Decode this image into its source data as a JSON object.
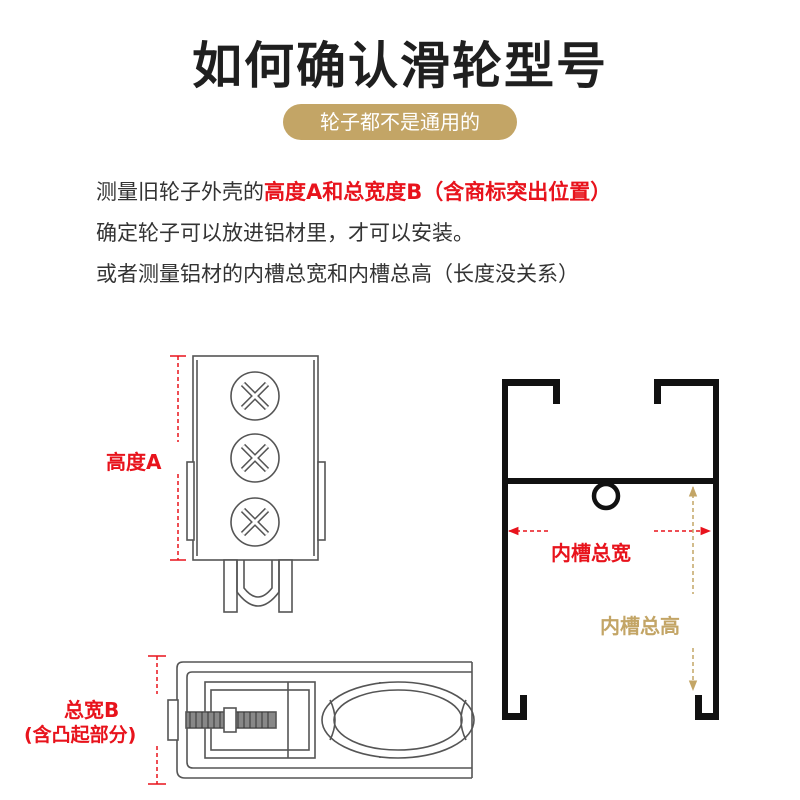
{
  "title": "如何确认滑轮型号",
  "badge": "轮子都不是通用的",
  "description": {
    "line1_prefix": "测量旧轮子外壳的",
    "line1_highlight": "高度A和总宽度B（含商标突出位置）",
    "line2": "确定轮子可以放进铝材里，才可以安装。",
    "line3": "或者测量铝材的内槽总宽和内槽总高（长度没关系）"
  },
  "labels": {
    "height_a": "高度A",
    "width_b": "总宽B",
    "width_b_note": "(含凸起部分)",
    "inner_width": "内槽总宽",
    "inner_height": "内槽总高"
  },
  "colors": {
    "accent_red": "#e8131c",
    "accent_gold": "#c3a566",
    "line_gray": "#555555",
    "profile_black": "#111111"
  }
}
